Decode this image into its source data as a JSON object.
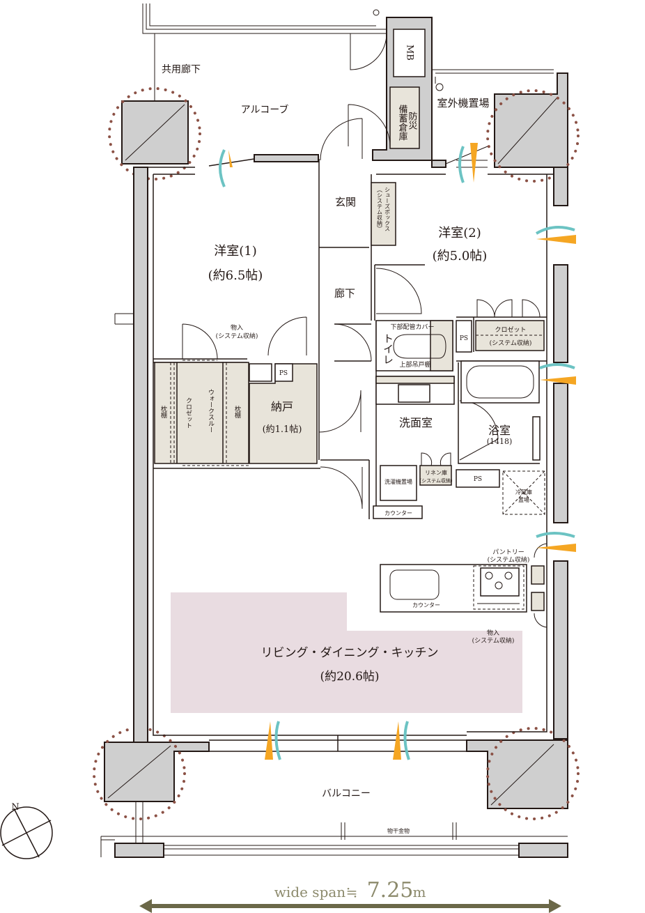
{
  "colors": {
    "wall": "#cfcfcf",
    "storage": "#e8e4da",
    "ldk": "#e9dce1",
    "dots": "#8b5145",
    "wind_teal": "#6cc3c3",
    "wind_orange": "#f5a623",
    "span_arrow": "#6b6848",
    "span_text": "#8c8a6c"
  },
  "labels": {
    "common_corridor": "共用廊下",
    "alcove": "アルコーブ",
    "mb": "MB",
    "disaster_storage_1": "防災",
    "disaster_storage_2": "備蓄倉庫",
    "outdoor_unit": "室外機置場",
    "entrance": "玄関",
    "shoe_box": "シューズボックス",
    "shoe_box_sub": "（システム収納）",
    "western2": "洋室(2)",
    "western2_size": "(約5.0帖)",
    "western1": "洋室(1)",
    "western1_size": "(約6.5帖)",
    "hallway": "廊下",
    "storage_a": "物入",
    "storage_a_sub": "(システム収納)",
    "pipe_cover": "下部配管カバー",
    "toilet": "トイレ",
    "upper_cabinet": "上部吊戸棚",
    "ps1": "PS",
    "closet": "クロゼット",
    "closet_sub": "(システム収納)",
    "pillow_shelf_l": "枕棚",
    "wic_closet": "クロゼット",
    "walk_through": "ウォークスルー",
    "pillow_shelf_r": "枕棚",
    "ps2": "PS",
    "storeroom": "納戸",
    "storeroom_size": "(約1.1帖)",
    "washroom": "洗面室",
    "bathroom": "浴室",
    "bathroom_size": "(1418)",
    "laundry": "洗濯機置場",
    "linen": "リネン庫",
    "linen_sub": "(システム収納)",
    "ps3": "PS",
    "fridge_1": "冷蔵庫",
    "fridge_2": "置場",
    "counter1": "カウンター",
    "pantry": "パントリー",
    "pantry_sub": "(システム収納)",
    "counter2": "カウンター",
    "storage_b": "物入",
    "storage_b_sub": "(システム収納)",
    "ldk": "リビング・ダイニング・キッチン",
    "ldk_size": "(約20.6帖)",
    "balcony": "バルコニー",
    "drying_hardware": "物干金物",
    "compass_n": "N"
  },
  "span": {
    "label": "wide span",
    "approx": "≒",
    "value": "7.25",
    "unit": "m"
  }
}
